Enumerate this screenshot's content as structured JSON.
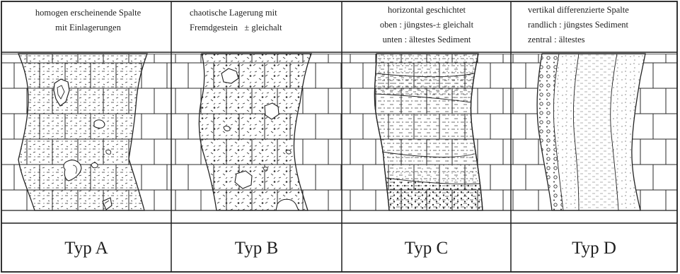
{
  "panels": [
    {
      "id": "a",
      "description_lines": [
        "homogen erscheinende Spalte",
        "mit Einlagerungen"
      ],
      "label": "Typ A"
    },
    {
      "id": "b",
      "description_lines": [
        "chaotische Lagerung mit",
        "Fremdgestein   ± gleichalt"
      ],
      "label": "Typ B"
    },
    {
      "id": "c",
      "description_lines": [
        "horizontal geschichtet",
        "oben : jüngstes-± gleichalt",
        "unten : ältestes Sediment"
      ],
      "label": "Typ C"
    },
    {
      "id": "d",
      "description_lines": [
        "vertikal differenzierte Spalte",
        "randlich : jüngstes Sediment",
        "zentral : ältestes"
      ],
      "label": "Typ D"
    }
  ],
  "colors": {
    "ink": "#1e1e1e",
    "paper": "#ffffff"
  }
}
